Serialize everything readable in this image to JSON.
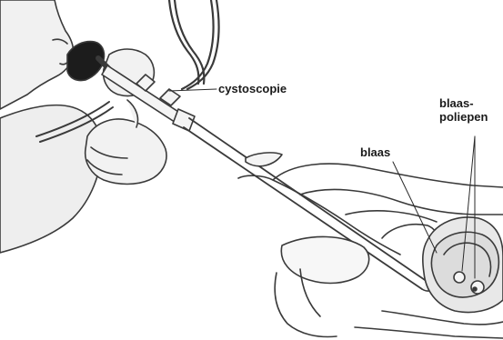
{
  "labels": {
    "cystoscope": "cystoscopie",
    "bladder": "blaas",
    "bladder_polyps_line1": "blaas-",
    "bladder_polyps_line2": "poliepen"
  }
}
